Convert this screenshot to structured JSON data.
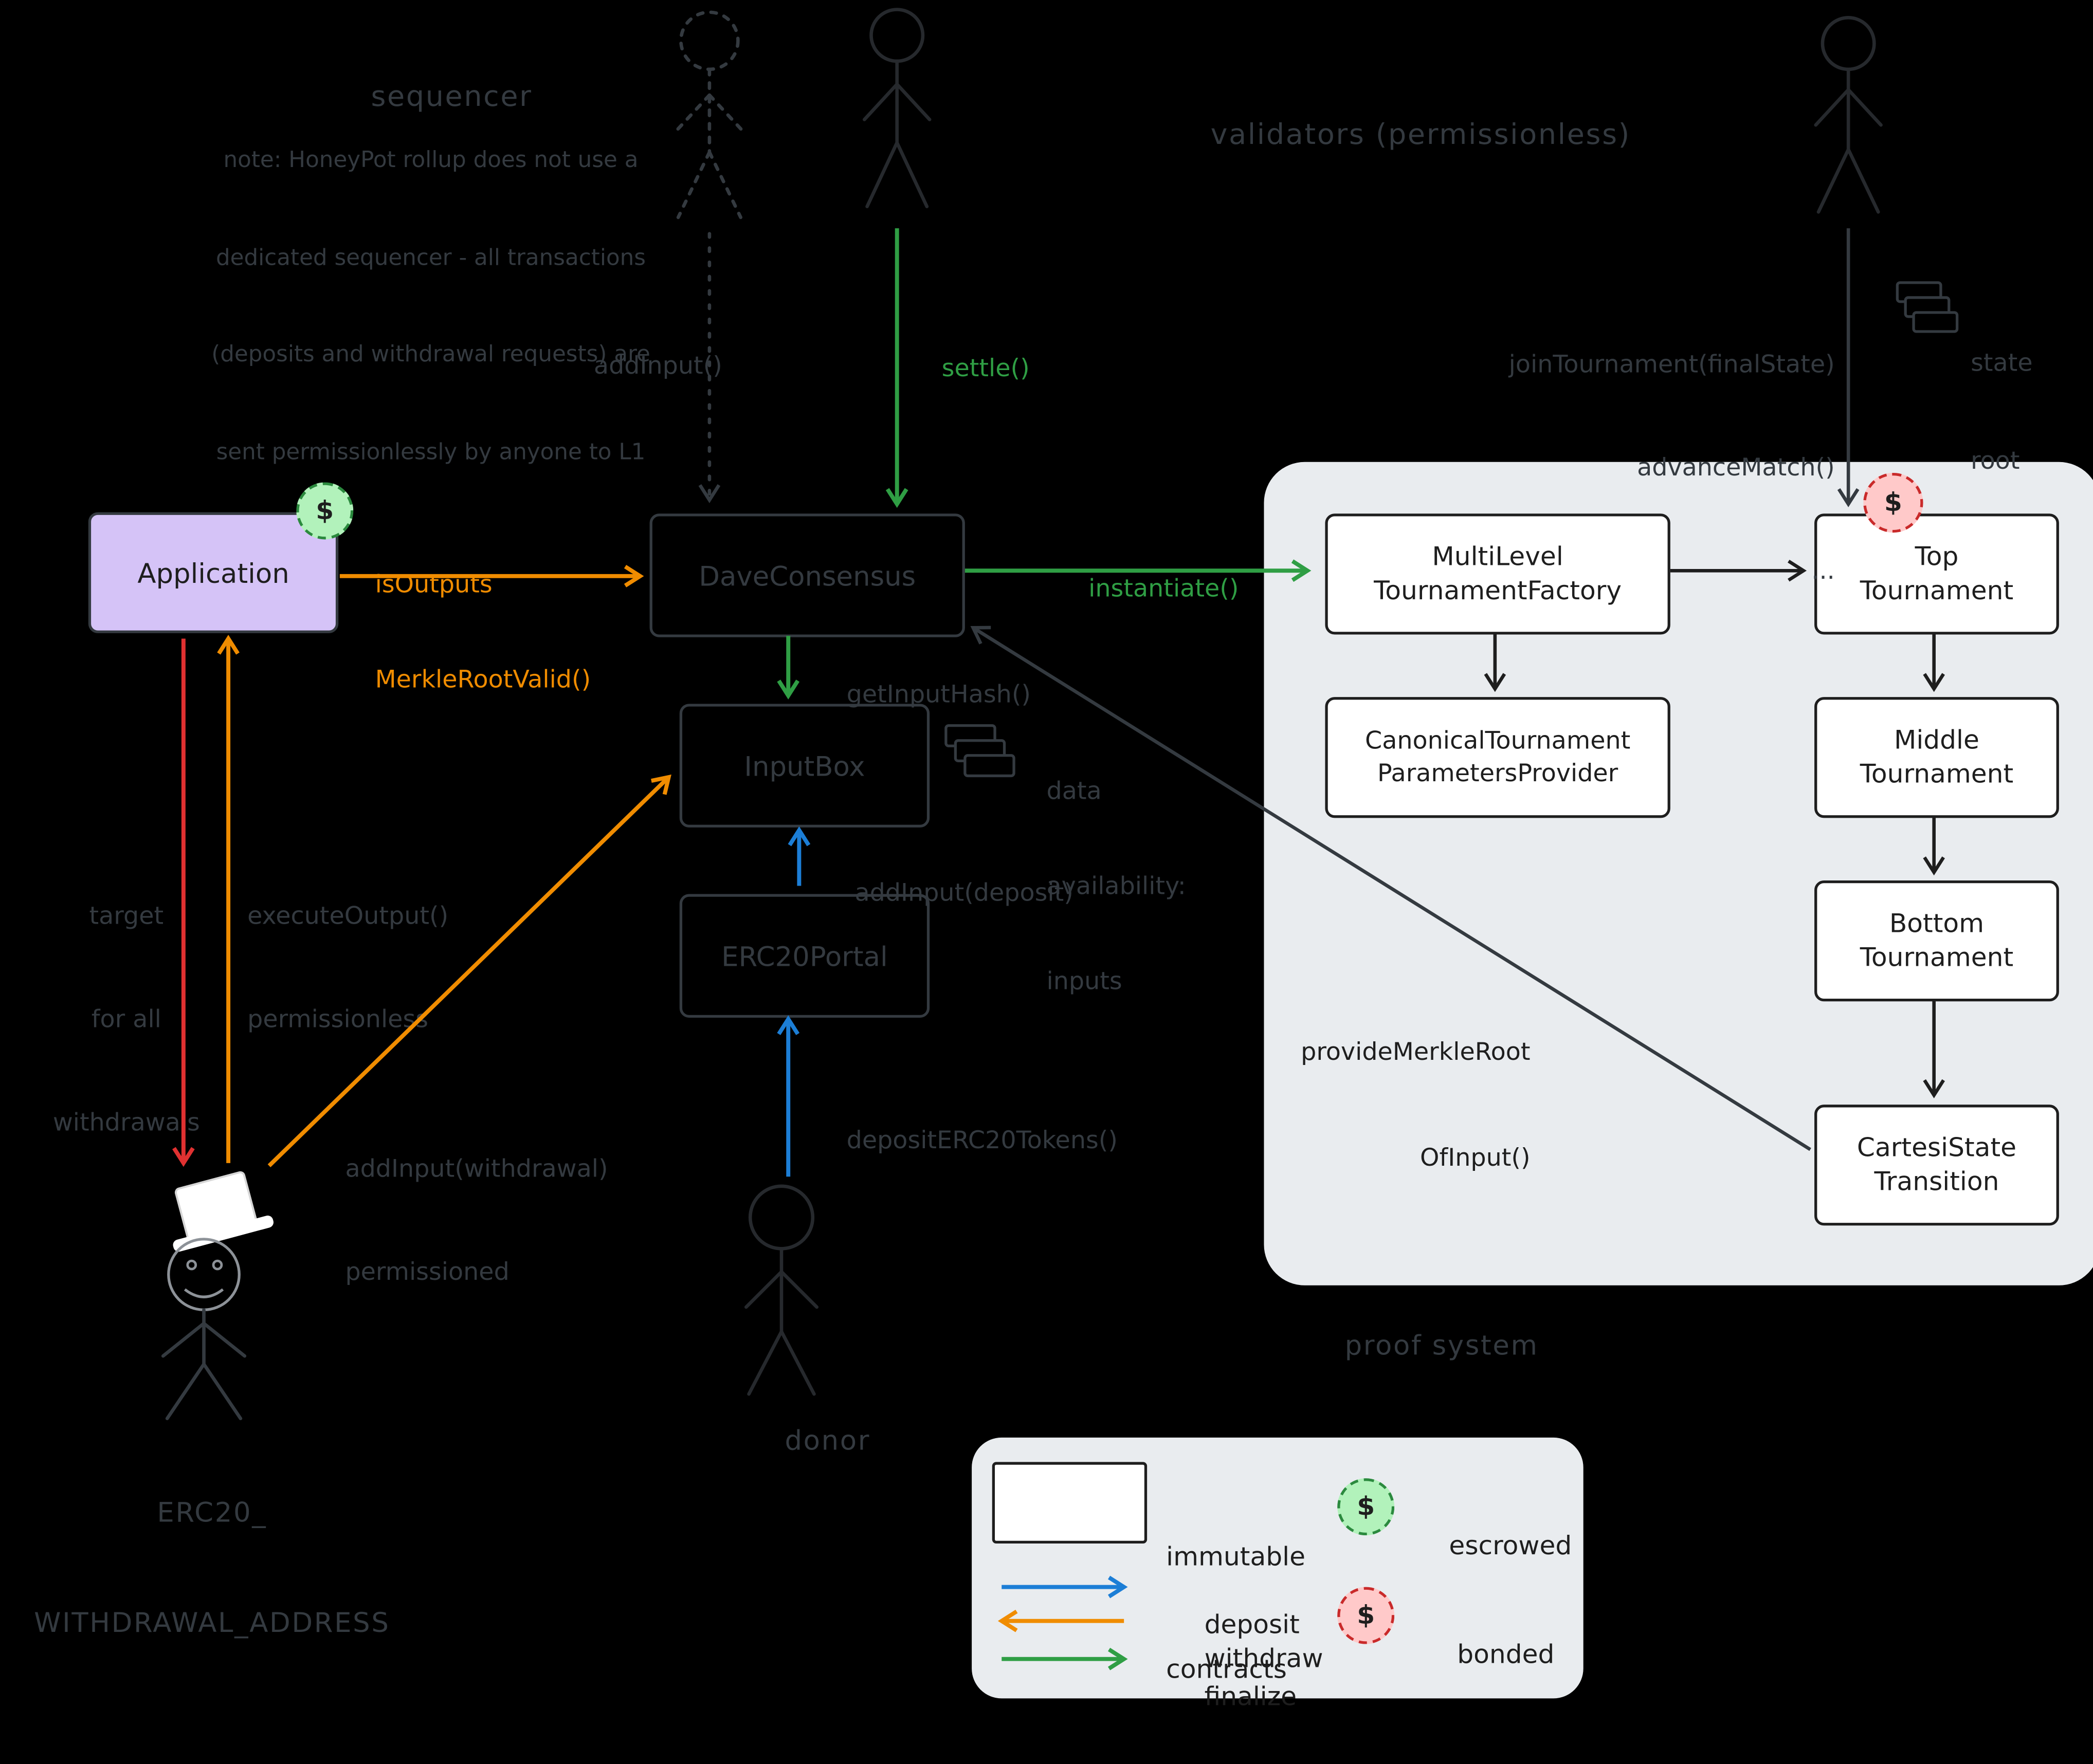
{
  "texts": {
    "sequencer_title": "sequencer",
    "sequencer_note": [
      "note: HoneyPot rollup does not use a",
      "dedicated sequencer - all transactions",
      "(deposits and withdrawal requests) are",
      "sent permissionlessly by anyone to L1"
    ],
    "validators_label": "validators (permissionless)",
    "join_tournament": [
      "joinTournament(finalState)",
      "advanceMatch()",
      "..."
    ],
    "state_root": [
      "state",
      "root"
    ],
    "add_input": "addInput()",
    "settle": "settle()",
    "is_outputs_merkle": [
      "isOutputs",
      "MerkleRootValid()"
    ],
    "instantiate": "instantiate()",
    "get_input_hash": "getInputHash()",
    "data_availability": [
      "data",
      "availability:",
      "inputs"
    ],
    "add_input_deposit": "addInput(deposit)",
    "deposit_erc20": "depositERC20Tokens()",
    "donor": "donor",
    "target_withdrawals": [
      "target",
      "for all",
      "withdrawals"
    ],
    "execute_output": [
      "executeOutput()",
      "permissionless"
    ],
    "add_input_withdrawal": [
      "addInput(withdrawal)",
      "permissioned"
    ],
    "withdrawal_address": [
      "ERC20_",
      "WITHDRAWAL_ADDRESS"
    ],
    "provide_merkle": [
      "provideMerkleRoot",
      "OfInput()"
    ],
    "proof_system": "proof system"
  },
  "nodes": {
    "application": "Application",
    "dave_consensus": "DaveConsensus",
    "input_box": "InputBox",
    "erc20_portal": "ERC20Portal",
    "multilevel_factory": [
      "MultiLevel",
      "TournamentFactory"
    ],
    "top_tournament": [
      "Top",
      "Tournament"
    ],
    "canonical_provider": [
      "CanonicalTournament",
      "ParametersProvider"
    ],
    "middle_tournament": [
      "Middle",
      "Tournament"
    ],
    "bottom_tournament": [
      "Bottom",
      "Tournament"
    ],
    "cartesi_state": [
      "CartesiState",
      "Transition"
    ]
  },
  "badges": {
    "dollar": "$"
  },
  "legend": {
    "immutable": [
      "immutable",
      "contracts"
    ],
    "escrowed": "escrowed",
    "deposit": "deposit",
    "withdraw": "withdraw",
    "finalize": "finalize",
    "bonded": "bonded"
  },
  "colors": {
    "deposit_blue": "#1c7ed6",
    "withdraw_orange": "#f08c00",
    "finalize_green": "#2f9e44",
    "danger_red": "#e03131",
    "escrowed_fill": "#b2f2bb",
    "bonded_fill": "#ffc9c9",
    "muted_dark": "#343a40",
    "panel_gray": "#e9ecef",
    "application_purple": "#d5c3f7"
  }
}
